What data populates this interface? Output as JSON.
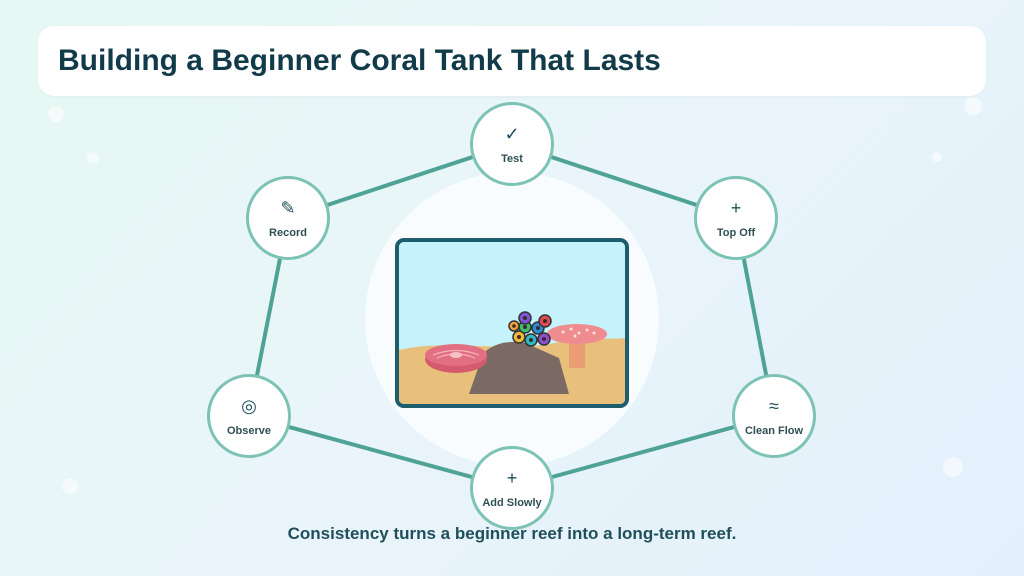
{
  "title": "Building a Beginner Coral Tank That Lasts",
  "tagline": "Consistency turns a beginner reef into a long-term reef.",
  "colors": {
    "title": "#123b4a",
    "ring": "#4fa396",
    "node_border": "#7cc3b6",
    "tank_frame": "#1e5d6e",
    "water": "#c6f2fb",
    "sand": "#e8c07c",
    "rock": "#7a6a63",
    "brain_coral": "#e36f82",
    "mushroom_coral": "#ef8c8f",
    "mushroom_stalk": "#e89e72"
  },
  "steps": [
    {
      "label": "Test",
      "icon": "✓",
      "icon_name": "check-icon"
    },
    {
      "label": "Top Off",
      "icon": "+",
      "icon_name": "plus-icon"
    },
    {
      "label": "Clean Flow",
      "icon": "≈",
      "icon_name": "waves-icon"
    },
    {
      "label": "Add Slowly",
      "icon": "+",
      "icon_name": "plus-icon"
    },
    {
      "label": "Observe",
      "icon": "◎",
      "icon_name": "target-icon"
    },
    {
      "label": "Record",
      "icon": "✎",
      "icon_name": "pencil-icon"
    }
  ]
}
